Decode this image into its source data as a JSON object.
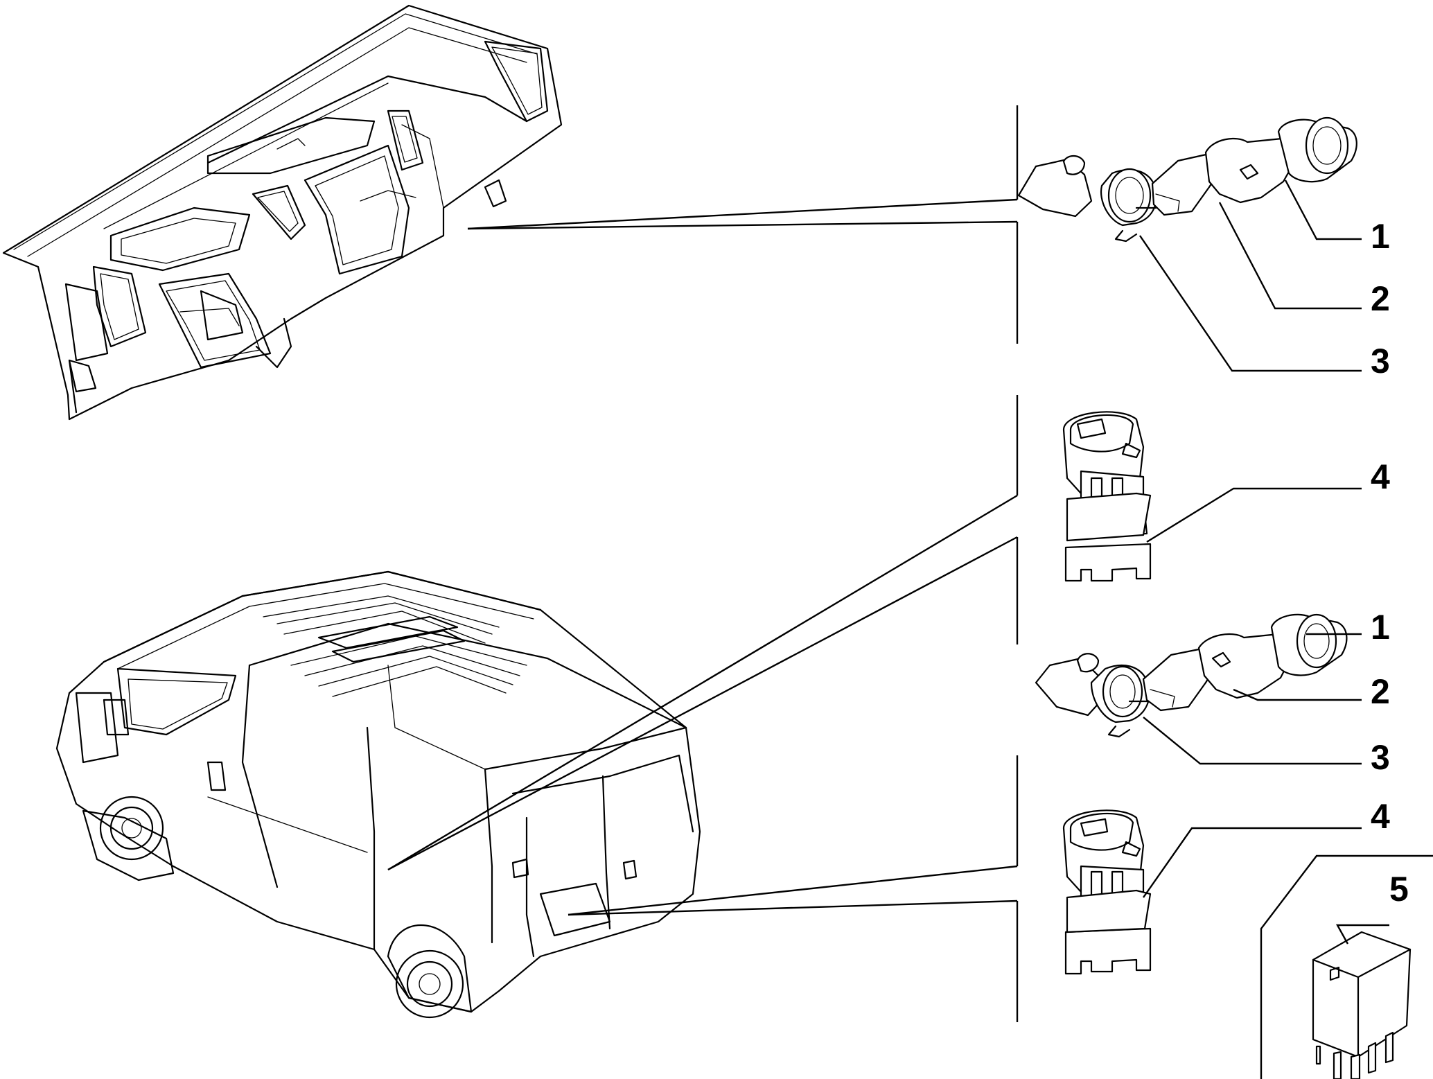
{
  "callouts": {
    "group1": {
      "n1": "1",
      "n2": "2",
      "n3": "3"
    },
    "group2": {
      "n4": "4"
    },
    "group3": {
      "n1": "1",
      "n2": "2",
      "n3": "3"
    },
    "group4": {
      "n4": "4"
    },
    "group5": {
      "n5": "5"
    }
  },
  "icons": [
    "dashboard-illustration",
    "van-illustration",
    "cigar-lighter-assembly-icon",
    "power-socket-icon",
    "relay-icon"
  ],
  "colors": {
    "line": "#000000",
    "background": "#ffffff"
  }
}
